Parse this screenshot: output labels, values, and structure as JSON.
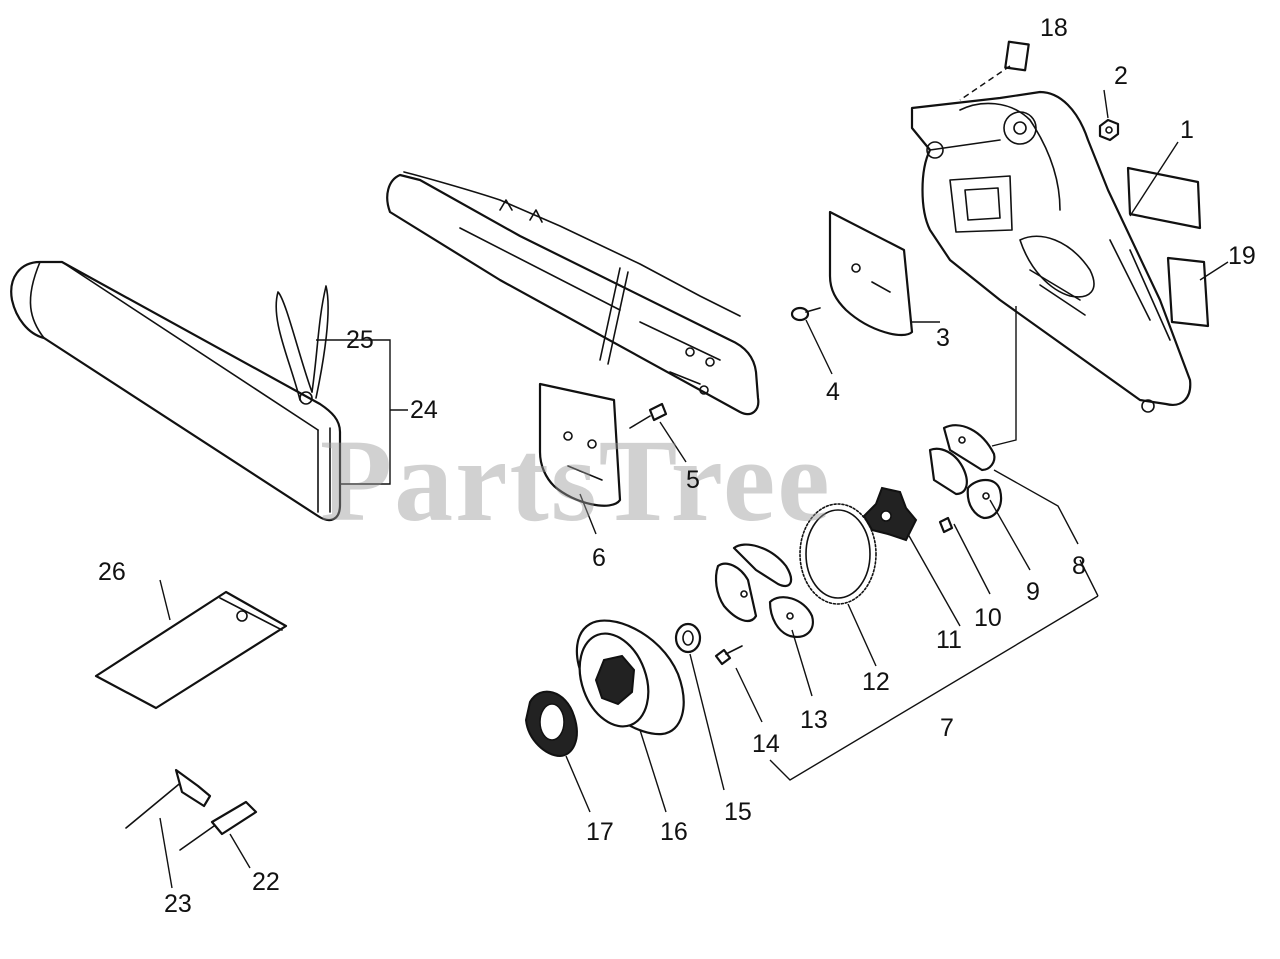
{
  "watermark": "PartsTree",
  "callouts": {
    "c1": "1",
    "c2": "2",
    "c3": "3",
    "c4": "4",
    "c5": "5",
    "c6": "6",
    "c7": "7",
    "c8": "8",
    "c9": "9",
    "c10": "10",
    "c11": "11",
    "c12": "12",
    "c13": "13",
    "c14": "14",
    "c15": "15",
    "c16": "16",
    "c17": "17",
    "c18": "18",
    "c19": "19",
    "c22": "22",
    "c23": "23",
    "c24": "24",
    "c25": "25",
    "c26": "26"
  }
}
